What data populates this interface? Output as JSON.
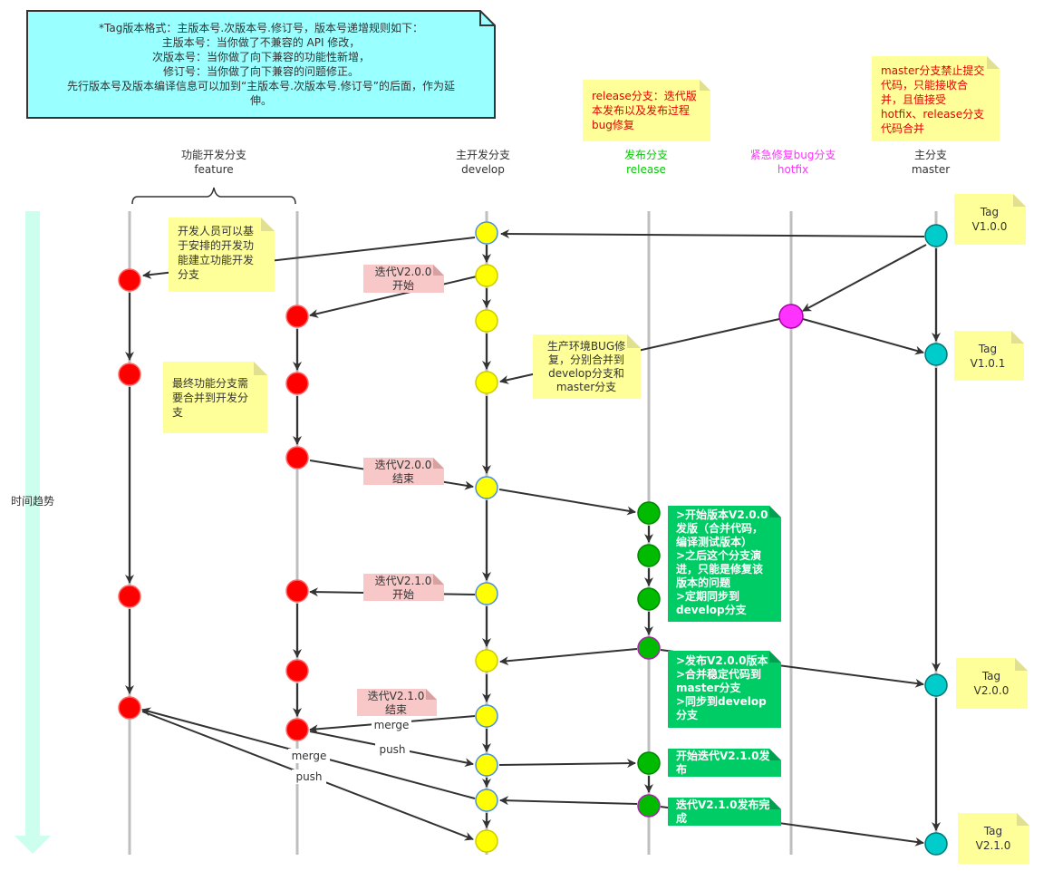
{
  "colors": {
    "lane": "#bfbfbf",
    "feature_node": "#ff0000",
    "develop_node": "#ffff00",
    "develop_border": "#4a90e2",
    "release_node": "#00bb00",
    "hotfix_node": "#ff33ff",
    "master_node": "#00cccc",
    "note_yellow": "#ffff99",
    "note_pink": "#f8c8c8",
    "note_green": "#00cc66",
    "note_cyan": "#99ffff",
    "time_arrow": "#ccffee"
  },
  "header_note": {
    "lines": [
      "*Tag版本格式：主版本号.次版本号.修订号，版本号递增规则如下：",
      "主版本号：当你做了不兼容的 API 修改，",
      "次版本号：当你做了向下兼容的功能性新增，",
      "修订号：当你做了向下兼容的问题修正。",
      "先行版本号及版本编译信息可以加到“主版本号.次版本号.修订号”的后面，作为延",
      "伸。"
    ]
  },
  "release_desc": {
    "lines": [
      "release分支：迭代版",
      "本发布以及发布过程",
      "bug修复"
    ]
  },
  "master_desc": {
    "lines": [
      "master分支禁止提交",
      "代码，只能接收合",
      "并，且值接受",
      "hotfix、release分支",
      "代码合并"
    ]
  },
  "lanes": {
    "feature": {
      "title": "功能开发分支",
      "subtitle": "feature"
    },
    "develop": {
      "title": "主开发分支",
      "subtitle": "develop"
    },
    "release": {
      "title": "发布分支",
      "subtitle": "release"
    },
    "hotfix": {
      "title": "紧急修复bug分支",
      "subtitle": "hotfix"
    },
    "master": {
      "title": "主分支",
      "subtitle": "master"
    }
  },
  "time_label": "时间趋势",
  "notes": {
    "feature_create": [
      "开发人员可以基",
      "于安排的开发功",
      "能建立功能开发",
      "分支"
    ],
    "feature_merge": [
      "最终功能分支需",
      "要合并到开发分",
      "支"
    ],
    "hotfix_merge": [
      "生产环境BUG修",
      "复，分别合并到",
      "develop分支和",
      "master分支"
    ],
    "iter_200_start": [
      "迭代V2.0.0",
      "开始"
    ],
    "iter_200_end": [
      "迭代V2.0.0",
      "结束"
    ],
    "iter_210_start": [
      "迭代V2.1.0",
      "开始"
    ],
    "iter_210_end": [
      "迭代V2.1.0",
      "结束"
    ],
    "release_start_200": [
      ">开始版本V2.0.0",
      "发版（合并代码，",
      "编译测试版本）",
      ">之后这个分支演",
      "进，只能是修复该",
      "版本的问题",
      ">定期同步到",
      "develop分支"
    ],
    "release_publish_200": [
      ">发布V2.0.0版本",
      ">合并稳定代码到",
      "master分支",
      ">同步到develop",
      "分支"
    ],
    "release_start_210": [
      "开始迭代V2.1.0发",
      "布"
    ],
    "release_done_210": [
      "迭代V2.1.0发布完",
      "成"
    ]
  },
  "tags": [
    {
      "line1": "Tag",
      "line2": "V1.0.0"
    },
    {
      "line1": "Tag",
      "line2": "V1.0.1"
    },
    {
      "line1": "Tag",
      "line2": "V2.0.0"
    },
    {
      "line1": "Tag",
      "line2": "V2.1.0"
    }
  ],
  "edge_labels": {
    "merge_a": "merge",
    "push_a": "push",
    "merge_b": "merge",
    "push_b": "push"
  }
}
